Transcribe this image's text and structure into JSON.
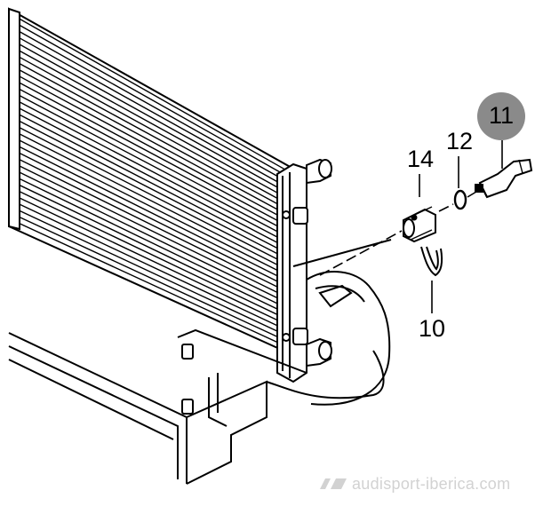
{
  "callouts": {
    "part_14": "14",
    "part_12": "12",
    "part_11": "11",
    "part_10": "10"
  },
  "watermark": {
    "text": "audisport-iberica.com"
  },
  "colors": {
    "line": "#000000",
    "highlight_circle": "#8a8a8a",
    "watermark": "#d2d2d2"
  }
}
